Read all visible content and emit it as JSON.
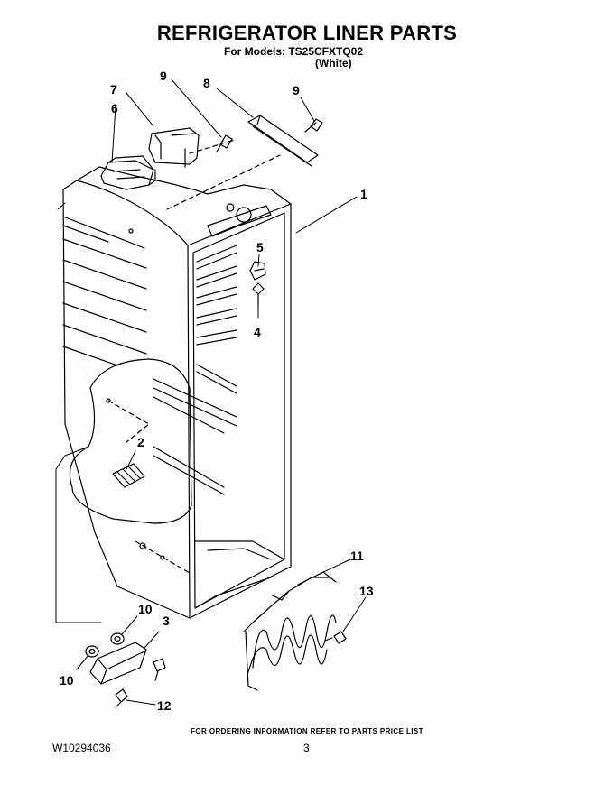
{
  "header": {
    "title": "REFRIGERATOR LINER PARTS",
    "models_line": "For Models: TS25CFXTQ02",
    "color_line": "(White)"
  },
  "callouts": [
    "1",
    "2",
    "3",
    "4",
    "5",
    "6",
    "7",
    "8",
    "9",
    "9",
    "10",
    "10",
    "11",
    "12",
    "13"
  ],
  "footer": {
    "ordering_note": "FOR ORDERING INFORMATION REFER TO PARTS PRICE LIST",
    "doc_number": "W10294036",
    "page_number": "3"
  }
}
